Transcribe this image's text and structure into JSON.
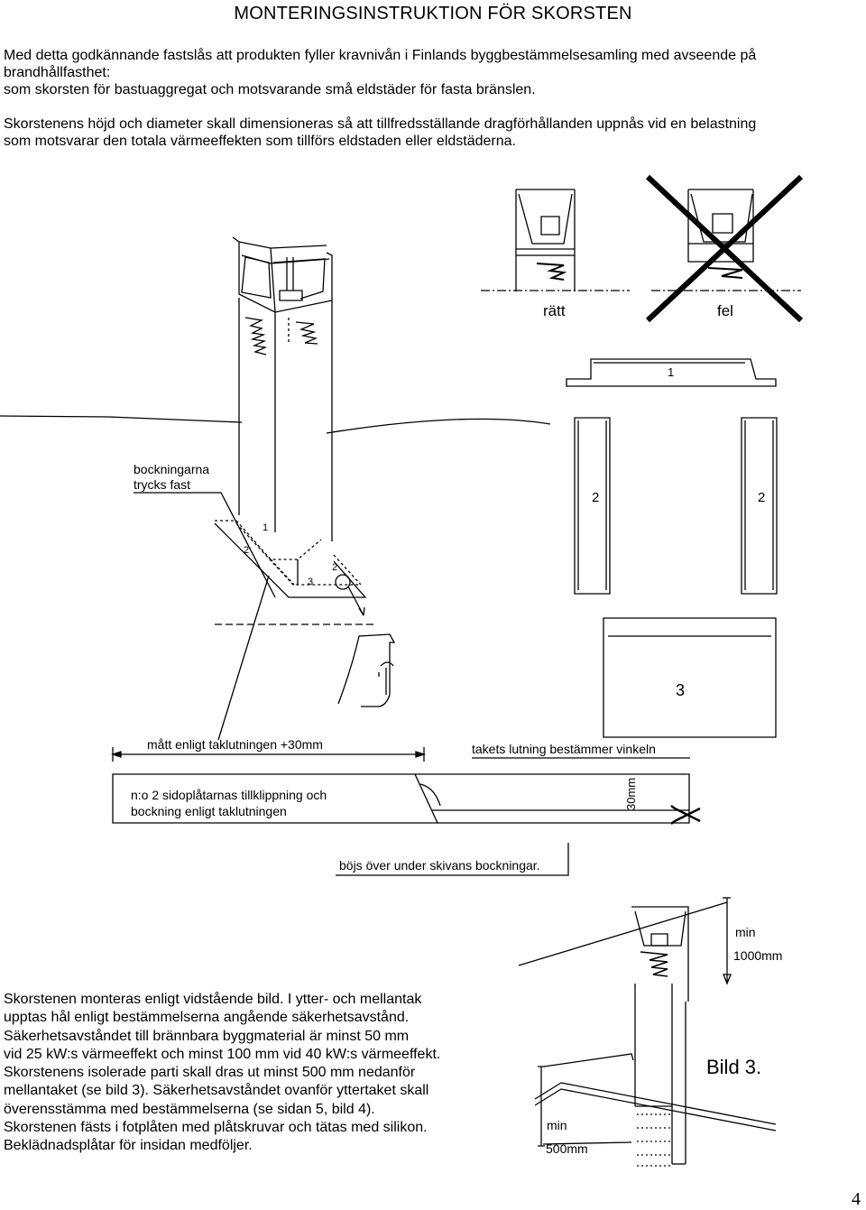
{
  "document": {
    "title": "MONTERINGSINSTRUKTION FÖR SKORSTEN",
    "intro_lines": [
      "Med detta godkännande fastslås att produkten fyller kravnivån i Finlands byggbestämmelsesamling med avseende på",
      "brandhållfasthet:",
      "som skorsten för bastuaggregat och motsvarande små eldstäder för fasta bränslen."
    ],
    "height_paragraph_lines": [
      "Skorstenens höjd och diameter skall dimensioneras så att tillfredsställande dragförhållanden uppnås vid en belastning",
      "som motsvarar den totala värmeeffekten som tillförs eldstaden eller eldstäderna."
    ],
    "mounting_lines": [
      "Skorstenen monteras enligt vidstående bild. I ytter- och mellantak",
      "upptas hål enligt bestämmelserna angående säkerhetsavstånd.",
      "Säkerhetsavståndet till brännbara byggmaterial är minst 50 mm",
      "vid 25 kW:s värmeeffekt och minst 100 mm vid 40 kW:s värmeeffekt.",
      "Skorstenens isolerade parti skall dras ut minst 500 mm nedanför",
      "mellantaket (se bild 3). Säkerhetsavståndet ovanför yttertaket skall",
      "överensstämma med bestämmelserna (se sidan 5, bild 4).",
      "Skorstenen fästs i fotplåten med plåtskruvar och tätas med silikon.",
      "Beklädnadsplåtar för insidan medföljer."
    ],
    "page_number": "4"
  },
  "figure_labels": {
    "correct": "rätt",
    "wrong": "fel",
    "part_1": "1",
    "part_2": "2",
    "part_3": "3",
    "bends_line1": "bockningarna",
    "bends_line2": "trycks fast",
    "measure": "mått enligt taklutningen +30mm",
    "roof_angle": "takets lutning bestämmer vinkeln",
    "clip_line1": "n:o 2 sidoplåtarnas tillklippning och",
    "clip_line2": "bockning enligt taklutningen",
    "dim_30": "30mm",
    "fold": "böjs över under skivans bockningar.",
    "min": "min",
    "min_1000": "1000mm",
    "min_500": "500mm",
    "bild3": "Bild 3."
  }
}
